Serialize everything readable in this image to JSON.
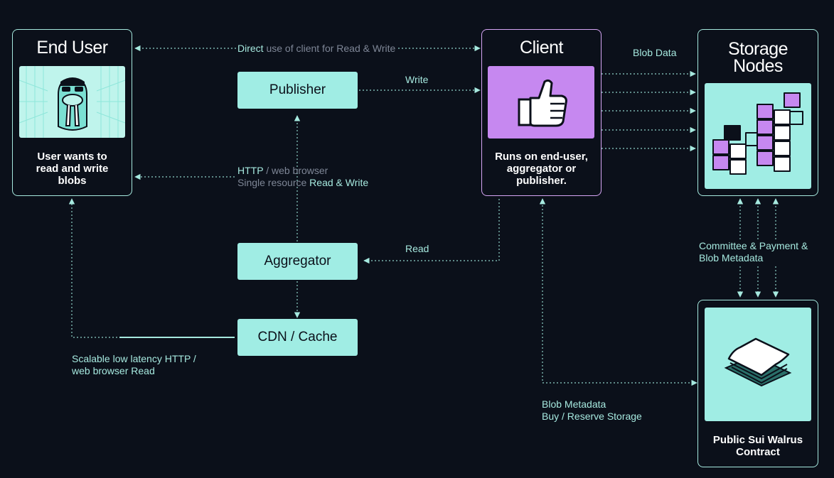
{
  "colors": {
    "background": "#0b101a",
    "accent": "#a0ede4",
    "client_purple": "#c688f0",
    "line": "#8fd3c9"
  },
  "end_user": {
    "title": "End User",
    "caption_lines": [
      "User wants to",
      "read and write",
      "blobs"
    ],
    "icon": "walrus-icon"
  },
  "client": {
    "title": "Client",
    "caption_lines": [
      "Runs on end-user,",
      "aggregator or",
      "publisher."
    ],
    "icon": "thumbs-up-icon"
  },
  "storage_nodes": {
    "title_lines": [
      "Storage",
      "Nodes"
    ],
    "icon": "cubes-icon"
  },
  "contract": {
    "caption_lines": [
      "Public Sui Walrus",
      "Contract"
    ],
    "icon": "stack-icon"
  },
  "publisher": {
    "label": "Publisher"
  },
  "aggregator": {
    "label": "Aggregator"
  },
  "cdn": {
    "label": "CDN / Cache"
  },
  "labels": {
    "direct": {
      "highlight": "Direct",
      "rest": " use of client for ",
      "tail": "Read & Write"
    },
    "write": "Write",
    "http_line1": {
      "highlight": "HTTP",
      "rest": " / web browser"
    },
    "http_line2": {
      "rest": "Single resource ",
      "highlight": "Read & Write"
    },
    "read": "Read",
    "blob_data": "Blob Data",
    "committee_lines": [
      "Committee & Payment &",
      "Blob Metadata"
    ],
    "scalable_lines": [
      "Scalable low latency HTTP /",
      "web browser Read"
    ],
    "blob_meta_lines": [
      "Blob Metadata",
      "Buy / Reserve Storage"
    ]
  }
}
